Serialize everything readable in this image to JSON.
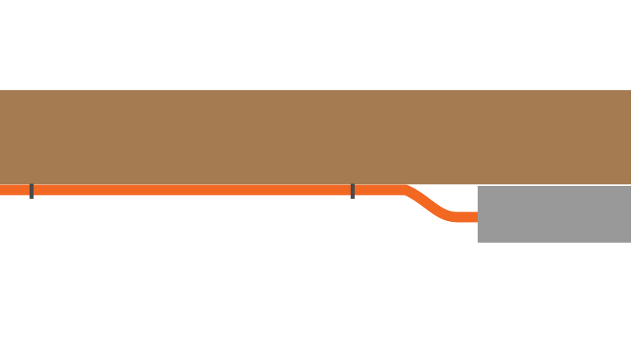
{
  "colors": {
    "background": "#ffffff",
    "wood_beam": "#a57c52",
    "cable": "#f26722",
    "cable_clip": "#4a4a4a",
    "device_box": "#999999"
  },
  "elements": {
    "beam": "wood-beam",
    "cable": "orange-cable",
    "clips": [
      "cable-clip",
      "cable-clip"
    ],
    "device": "gray-box"
  }
}
